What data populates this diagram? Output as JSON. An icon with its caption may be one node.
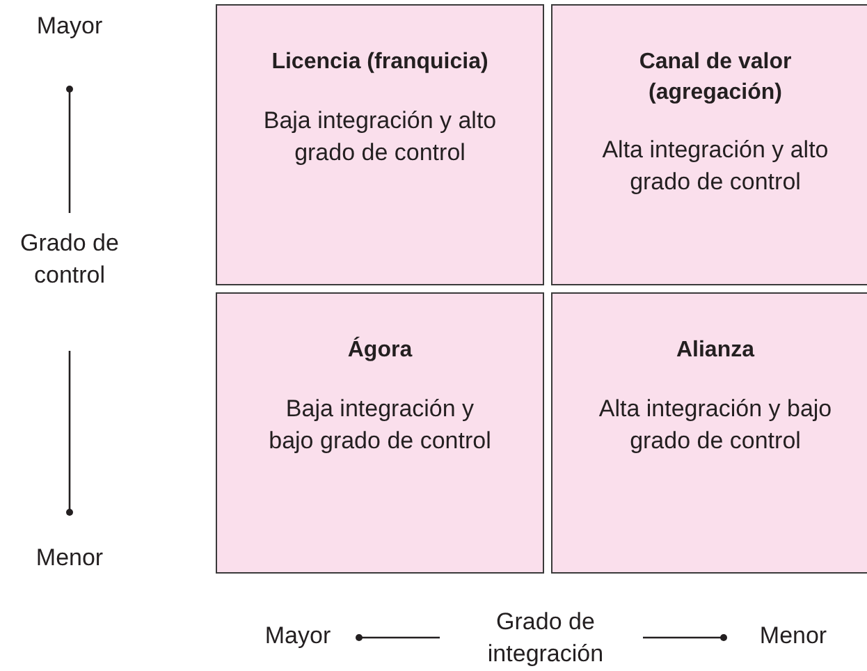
{
  "diagram": {
    "nodes": [
      {
        "text": [
          "Licencia (franquicia)",
          "Baja integración y alto grado de control"
        ]
      },
      {
        "text": [
          "Canal de valor (agregación)",
          "Alta integración y alto grado de control"
        ]
      },
      {
        "text": [
          "Ágora",
          "Baja integración y bajo grado de control"
        ]
      },
      {
        "text": [
          "Alianza",
          "Alta integración y bajo grado de control"
        ]
      }
    ],
    "labels": [
      "Mayor",
      "Grado de control",
      "Menor",
      "Mayor",
      "Grado de integración",
      "Menor"
    ]
  }
}
